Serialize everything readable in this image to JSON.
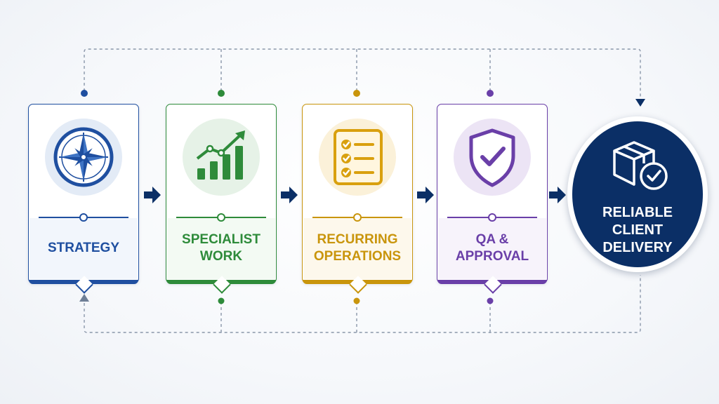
{
  "steps": [
    {
      "label": "STRATEGY",
      "icon": "compass-icon",
      "color": "#1f4fa0"
    },
    {
      "label": "SPECIALIST\nWORK",
      "icon": "growth-chart-icon",
      "color": "#2e8b3a"
    },
    {
      "label": "RECURRING\nOPERATIONS",
      "icon": "checklist-icon",
      "color": "#c9950c"
    },
    {
      "label": "QA &\nAPPROVAL",
      "icon": "shield-check-icon",
      "color": "#6a3fa8"
    }
  ],
  "outcome": {
    "label": "RELIABLE\nCLIENT\nDELIVERY",
    "icon": "package-check-icon",
    "color": "#0b2f66"
  }
}
